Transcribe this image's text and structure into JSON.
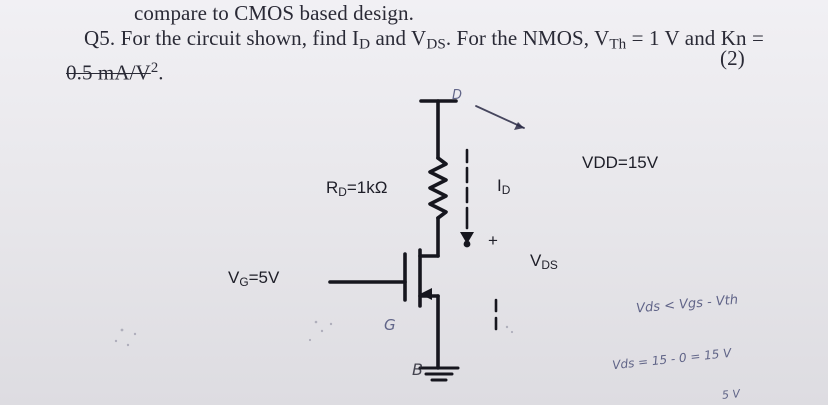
{
  "text": {
    "line0": "compare to CMOS based design.",
    "line1_a": "Q5. For the circuit shown, find I",
    "line1_sub_d": "D",
    "line1_b": " and V",
    "line1_sub_ds": "DS",
    "line1_c": ". For the NMOS, V",
    "line1_sub_th": "Th",
    "line1_d": " = 1 V and Kn =",
    "marks": "(2)",
    "line2_a": "0.5 mA/V",
    "line2_sup": "2",
    "line2_b": "."
  },
  "circuit": {
    "rd_main": "R",
    "rd_sub": "D",
    "rd_value": "=1kΩ",
    "vdd": "VDD=15V",
    "id_main": "I",
    "id_sub": "D",
    "plus": "+",
    "vds_main": "V",
    "vds_sub": "DS",
    "vg_main": "V",
    "vg_sub": "G",
    "vg_value": "=5V",
    "hand_d": "D",
    "hand_g": "G",
    "hand_b": "B"
  },
  "handwritten": {
    "note1": "Vds < Vgs - Vth",
    "note2": "Vds = 15 - 0 = 15 V",
    "note3": "5 V"
  }
}
